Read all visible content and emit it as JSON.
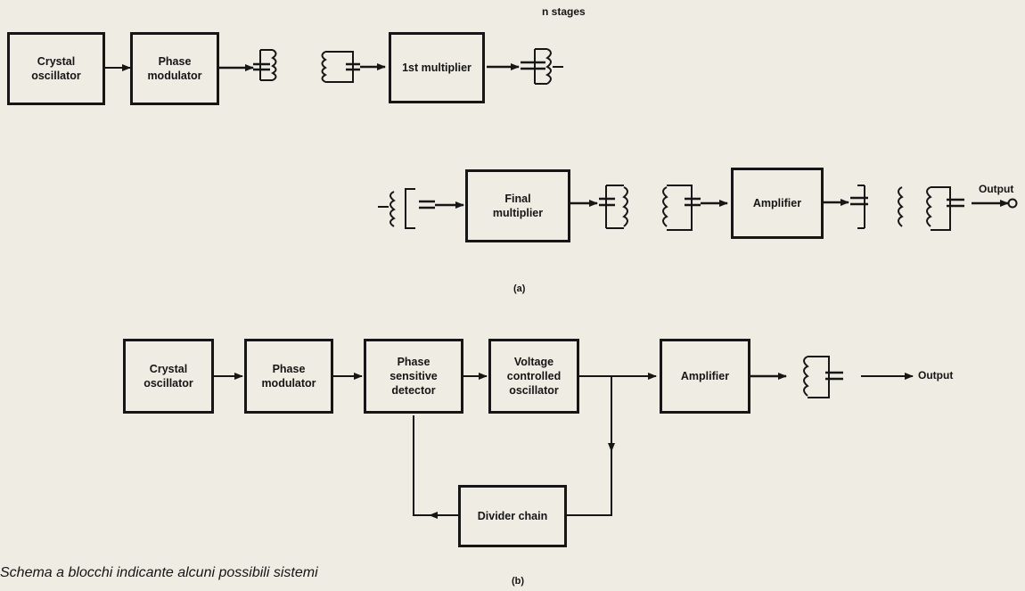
{
  "diagram_a": {
    "annotation": "n stages",
    "blocks": {
      "crystal_oscillator": [
        "Crystal",
        "oscillator"
      ],
      "phase_modulator": [
        "Phase",
        "modulator"
      ],
      "first_multiplier": "1st multiplier",
      "final_multiplier": [
        "Final",
        "multiplier"
      ],
      "amplifier": "Amplifier"
    },
    "output_label": "Output",
    "label": "(a)"
  },
  "diagram_b": {
    "blocks": {
      "crystal_oscillator": [
        "Crystal",
        "oscillator"
      ],
      "phase_modulator": [
        "Phase",
        "modulator"
      ],
      "phase_sensitive_detector": [
        "Phase",
        "sensitive",
        "detector"
      ],
      "vco": [
        "Voltage",
        "controlled",
        "oscillator"
      ],
      "amplifier": "Amplifier",
      "divider_chain": "Divider chain"
    },
    "output_label": "Output",
    "label": "(b)"
  },
  "caption": "Schema a blocchi indicante alcuni possibili sistemi"
}
